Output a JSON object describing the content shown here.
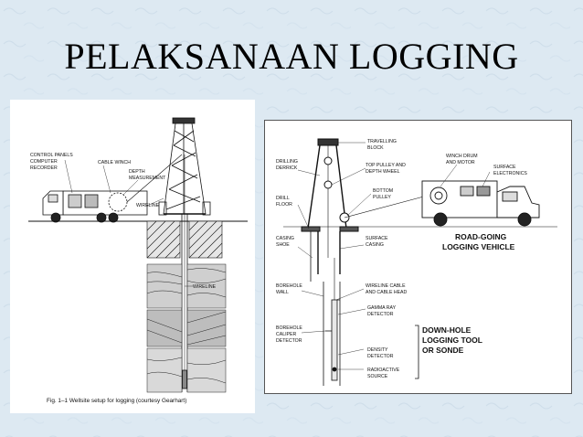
{
  "slide": {
    "title": "PELAKSANAAN LOGGING"
  },
  "left_figure": {
    "labels": {
      "control_panels_1": "CONTROL PANELS",
      "control_panels_2": "COMPUTER",
      "control_panels_3": "RECORDER",
      "cable_winch": "CABLE WINCH",
      "depth_1": "DEPTH",
      "depth_2": "MEASUREMENT",
      "wireline_top": "WIRELINE",
      "wireline_bottom": "WIRELINE"
    },
    "caption": "Fig. 1–1  Wellsite setup for logging (courtesy Gearhart)"
  },
  "right_figure": {
    "labels": {
      "travelling_block_1": "TRAVELLING",
      "travelling_block_2": "BLOCK",
      "drilling_derrick_1": "DRILLING",
      "drilling_derrick_2": "DERRICK",
      "top_pulley_1": "TOP PULLEY AND",
      "top_pulley_2": "DEPTH WHEEL",
      "bottom_pulley_1": "BOTTOM",
      "bottom_pulley_2": "PULLEY",
      "drill_floor_1": "DRILL",
      "drill_floor_2": "FLOOR",
      "winch_drum_1": "WINCH DRUM",
      "winch_drum_2": "AND MOTOR",
      "surface_electronics_1": "SURFACE",
      "surface_electronics_2": "ELECTRONICS",
      "casing_shoe_1": "CASING",
      "casing_shoe_2": "SHOE",
      "surface_casing_1": "SURFACE",
      "surface_casing_2": "CASING",
      "road_going_1": "ROAD-GOING",
      "road_going_2": "LOGGING VEHICLE",
      "borehole_wall_1": "BOREHOLE",
      "borehole_wall_2": "WALL",
      "wireline_cable_1": "WIRELINE CABLE",
      "wireline_cable_2": "AND CABLE HEAD",
      "gamma_ray_1": "GAMMA RAY",
      "gamma_ray_2": "DETECTOR",
      "borehole_caliper_1": "BOREHOLE",
      "borehole_caliper_2": "CALIPER",
      "borehole_caliper_3": "DETECTOR",
      "downhole_1": "DOWN-HOLE",
      "downhole_2": "LOGGING TOOL",
      "downhole_3": "OR SONDE",
      "density_1": "DENSITY",
      "density_2": "DETECTOR",
      "radioactive_1": "RADIOACTIVE",
      "radioactive_2": "SOURCE"
    }
  }
}
